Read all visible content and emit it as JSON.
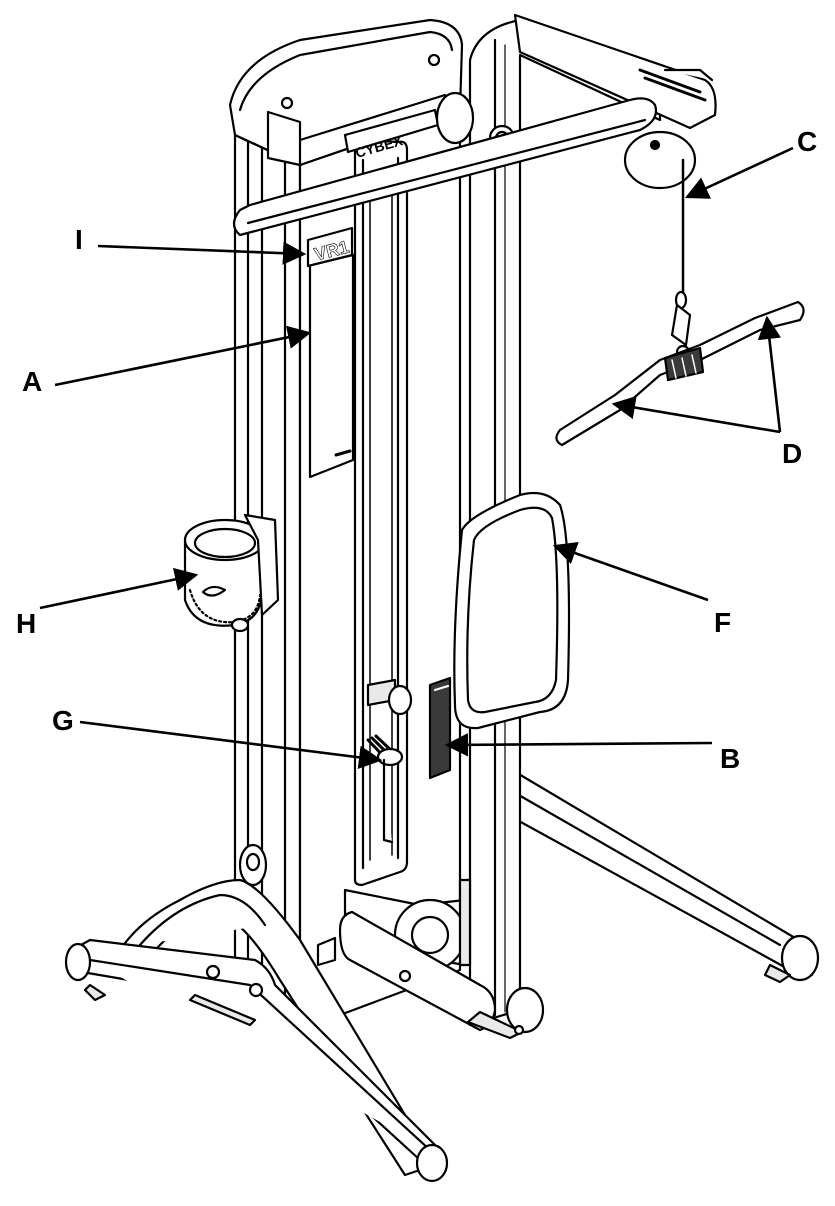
{
  "callouts": {
    "a": "A",
    "b": "B",
    "c": "C",
    "d": "D",
    "f": "F",
    "g": "G",
    "h": "H",
    "i": "I"
  },
  "machine": {
    "model_plate": "VR1",
    "brand_logo": "CYBEX"
  },
  "colors": {
    "line": "#000000",
    "fill": "#ffffff",
    "shade": "#e9e9e9",
    "dark": "#3a3a3a"
  },
  "icons": {
    "arrowhead": "arrowhead-icon",
    "logo": "cybex-logo-icon"
  }
}
